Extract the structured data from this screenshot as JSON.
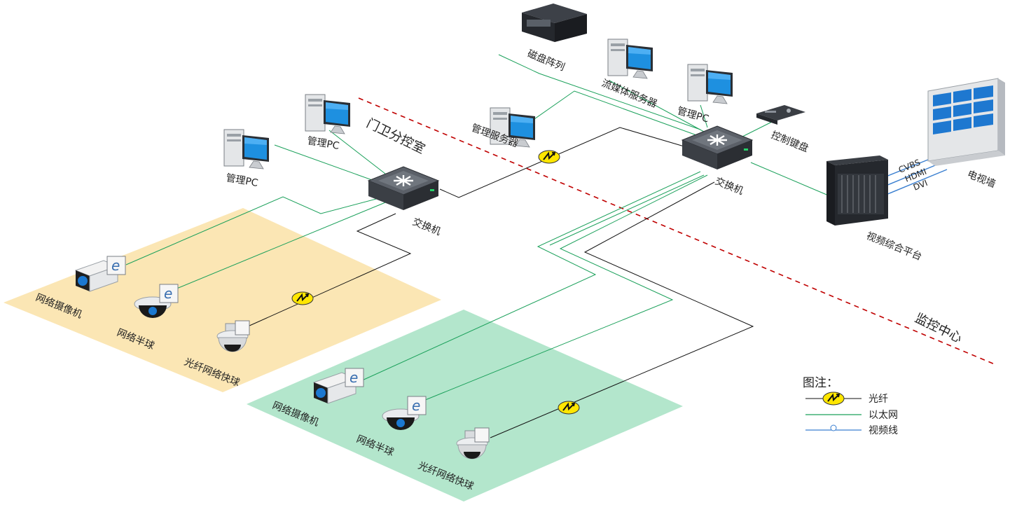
{
  "zones": {
    "guard_room": "门卫分控室",
    "monitor_center": "监控中心"
  },
  "devices": {
    "disk_array": "磁盘阵列",
    "stream_server": "流媒体服务器",
    "admin_pc_center": "管理PC",
    "keyboard": "控制键盘",
    "mgmt_server": "管理服务器",
    "switch_center": "交换机",
    "video_platform": "视频综合平台",
    "tv_wall": "电视墙",
    "admin_pc_guard_1": "管理PC",
    "admin_pc_guard_2": "管理PC",
    "switch_guard": "交换机",
    "area1_camera": "网络摄像机",
    "area1_dome": "网络半球",
    "area1_speed_dome": "光纤网络快球",
    "area2_camera": "网络摄像机",
    "area2_dome": "网络半球",
    "area2_speed_dome": "光纤网络快球"
  },
  "video_links": [
    "CVBS",
    "HDMI",
    "DVI"
  ],
  "legend": {
    "title": "图注：",
    "fiber": "光纤",
    "ethernet": "以太网",
    "video": "视频线"
  },
  "colors": {
    "ethernet": "#1aa05a",
    "fiber": "#111111",
    "video": "#3a7fd0",
    "zone_yellow": "#fbe6b4",
    "zone_green": "#b3e6cc",
    "divider": "#c00000",
    "fiber_node": "#ffe600"
  }
}
